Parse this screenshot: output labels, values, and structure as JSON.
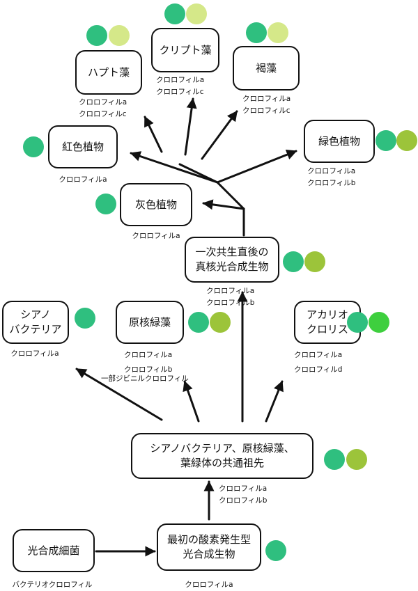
{
  "colors": {
    "chl_a": "#2fbf7f",
    "chl_b": "#9cc43a",
    "chl_c": "#d5e889",
    "chl_d": "#3ecf3e",
    "line": "#111111"
  },
  "nodes": {
    "photosynthetic_bacteria": {
      "label": "光合成細菌",
      "pigments": "バクテリオクロロフィル"
    },
    "first_oxygenic": {
      "label": "最初の酸素発生型\n光合成生物",
      "pigments": "クロロフィルa"
    },
    "common_ancestor": {
      "label": "シアノバクテリア、原核緑藻、\n葉緑体の共通祖先",
      "pigments": "クロロフィルa\nクロロフィルb"
    },
    "cyanobacteria": {
      "label": "シアノ\nバクテリア",
      "pigments": "クロロフィルa"
    },
    "prochlorophyte": {
      "label": "原核緑藻",
      "pigments": "クロロフィルa\nクロロフィルb",
      "note": "一部ジビニルクロロフィル"
    },
    "acaryochloris": {
      "label": "アカリオ\nクロリス",
      "pigments": "クロロフィルa\nクロロフィルd"
    },
    "primary_endosymbiosis": {
      "label": "一次共生直後の\n真核光合成生物",
      "pigments": "クロロフィルa\nクロロフィルb"
    },
    "glaucophyte": {
      "label": "灰色植物",
      "pigments": "クロロフィルa"
    },
    "red_algae": {
      "label": "紅色植物",
      "pigments": "クロロフィルa"
    },
    "haptophyte": {
      "label": "ハプト藻",
      "pigments": "クロロフィルa\nクロロフィルc"
    },
    "cryptophyte": {
      "label": "クリプト藻",
      "pigments": "クロロフィルa\nクロロフィルc"
    },
    "brown_algae": {
      "label": "褐藻",
      "pigments": "クロロフィルa\nクロロフィルc"
    },
    "green_plants": {
      "label": "緑色植物",
      "pigments": "クロロフィルa\nクロロフィルb"
    }
  }
}
